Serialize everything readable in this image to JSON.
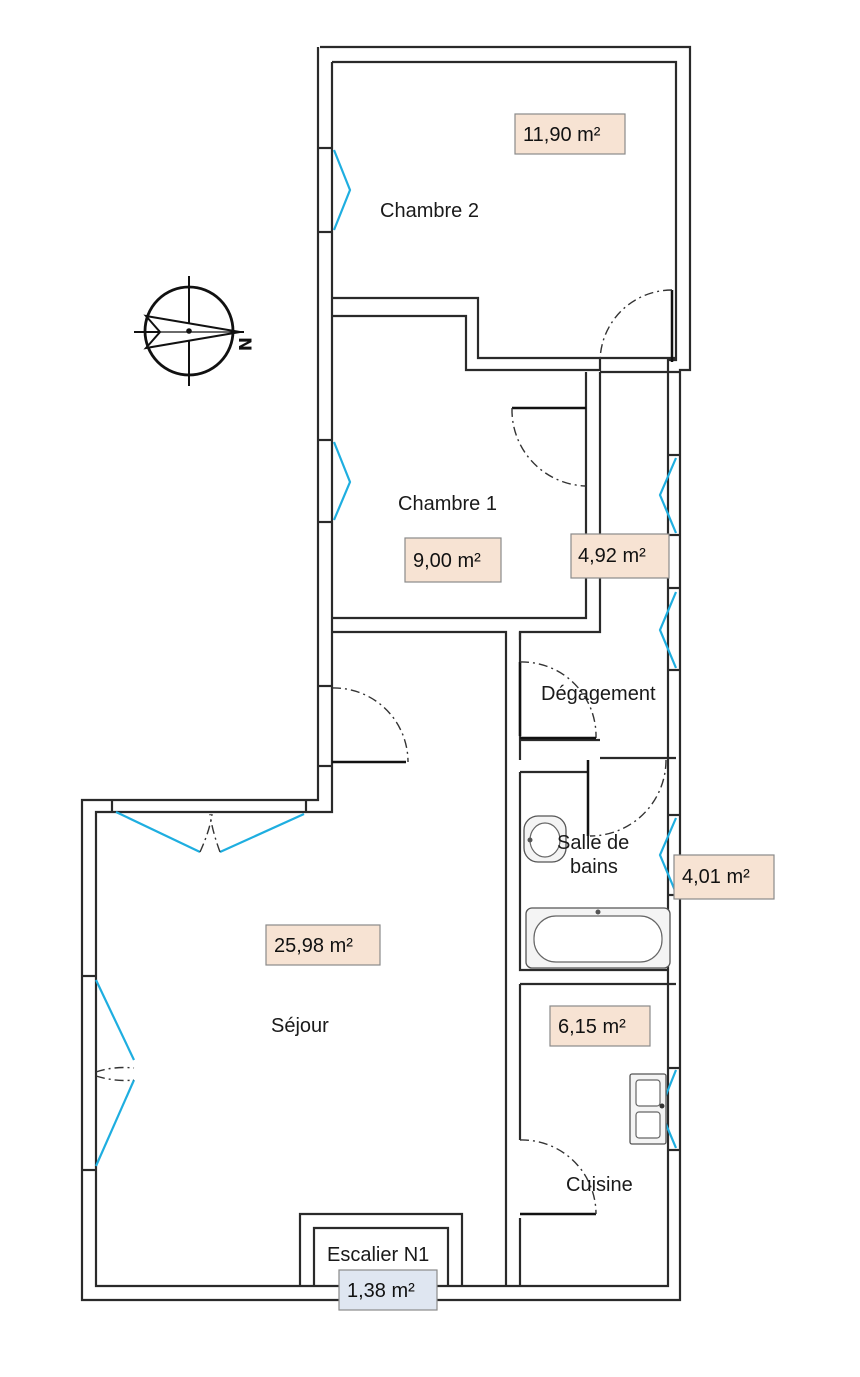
{
  "compass": {
    "north_label": "N",
    "icon": "compass-icon"
  },
  "rooms": {
    "chambre2": {
      "name": "Chambre 2",
      "area": "11,90 m²"
    },
    "chambre1": {
      "name": "Chambre 1",
      "area": "9,00 m²"
    },
    "degagement": {
      "name": "Dégagement",
      "area": "4,92 m²"
    },
    "salle_de_bains": {
      "name_line1": "Salle de",
      "name_line2": "bains",
      "area": "4,01 m²"
    },
    "sejour": {
      "name": "Séjour",
      "area": "25,98 m²"
    },
    "cuisine": {
      "name": "Cuisine",
      "area": "6,15 m²"
    },
    "escalier": {
      "name": "Escalier N1",
      "area": "1,38 m²"
    }
  },
  "colors": {
    "window": "#1eaee0",
    "area_box": "#f7e3d3",
    "stair_box": "#dfe6f1",
    "wall": "#2a2a2a"
  }
}
